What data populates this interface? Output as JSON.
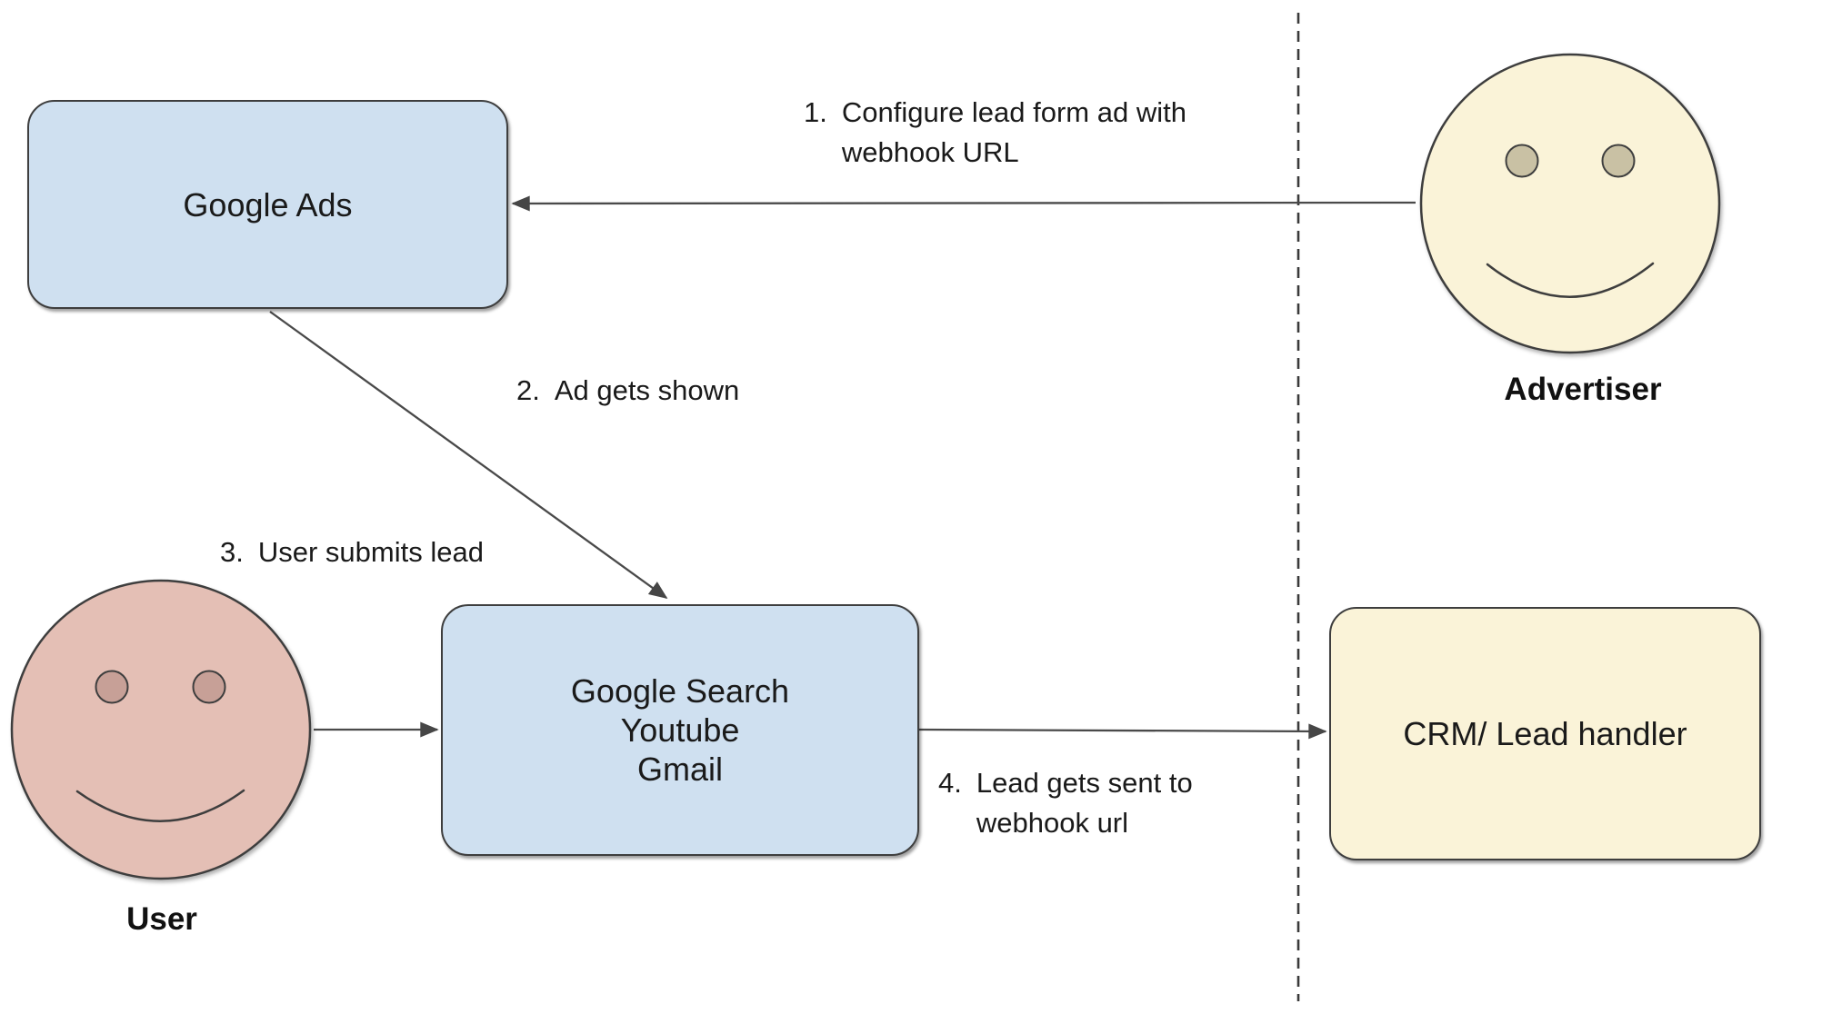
{
  "colors": {
    "blue_fill": "#cfe0f0",
    "yellow_fill": "#faf3d8",
    "pink_fill": "#e4bfb5",
    "yellow_eye_fill": "#c9c1a4",
    "pink_eye_fill": "#c7a097",
    "outline": "#3e3e3e",
    "arrow": "#4a4a4a",
    "text": "#1a1a1a",
    "bg": "#ffffff"
  },
  "nodes": {
    "google_ads": {
      "label": "Google Ads"
    },
    "google_platforms": {
      "lines": [
        "Google Search",
        "Youtube",
        "Gmail"
      ]
    },
    "crm": {
      "label": "CRM/ Lead handler"
    }
  },
  "actors": {
    "advertiser": {
      "label": "Advertiser"
    },
    "user": {
      "label": "User"
    }
  },
  "steps": [
    {
      "num": "1.",
      "text": "Configure lead form ad with webhook URL"
    },
    {
      "num": "2.",
      "text": "Ad gets shown"
    },
    {
      "num": "3.",
      "text": "User submits lead"
    },
    {
      "num": "4.",
      "text": "Lead gets sent to webhook url"
    }
  ]
}
